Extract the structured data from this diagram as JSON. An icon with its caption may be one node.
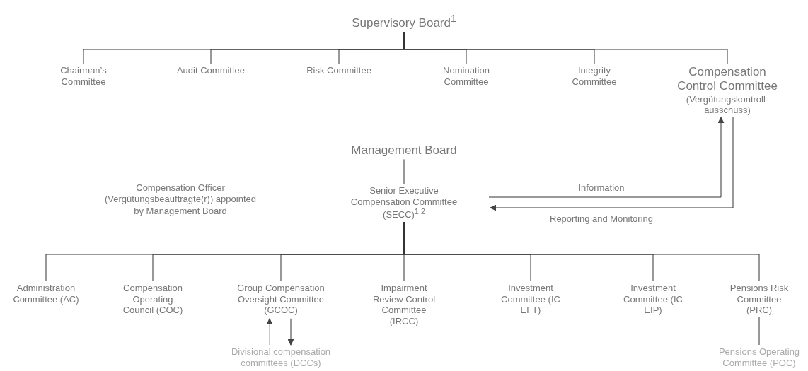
{
  "diagram": {
    "nodes": [
      {
        "text": [
          "Supervisory Board$^{1}$"
        ]
      },
      {
        "text": [
          "Chairman’s Committee"
        ]
      },
      {
        "text": [
          "Audit Committee"
        ]
      },
      {
        "text": [
          "Risk Committee"
        ]
      },
      {
        "text": [
          "Nomination Committee"
        ]
      },
      {
        "text": [
          "Integrity Committee"
        ]
      },
      {
        "text": [
          "Compensation Control Committee",
          "(Vergütungskontroll- ausschuss)"
        ]
      },
      {
        "text": [
          "Management Board"
        ]
      },
      {
        "text": [
          "Senior Executive Compensation Committee (SECC)$^{1,2}$"
        ]
      },
      {
        "text": [
          "Administration Committee (AC)"
        ]
      },
      {
        "text": [
          "Compensation Operating Council (COC)"
        ]
      },
      {
        "text": [
          "Group Compensation Oversight Committee (GCOC)"
        ]
      },
      {
        "text": [
          "Impairment Review Control Committee (IRCC)"
        ]
      },
      {
        "text": [
          "Investment Committee (IC EFT)"
        ]
      },
      {
        "text": [
          "Investment Committee (IC EIP)"
        ]
      },
      {
        "text": [
          "Pensions Risk Committee (PRC)"
        ]
      },
      {
        "text": [
          "Divisional compensation committees (DCCs)"
        ]
      },
      {
        "text": [
          "Pensions Operating Committee (POC)"
        ]
      }
    ],
    "edges": [
      {
        "from": 0,
        "to": 1,
        "arrow": "none"
      },
      {
        "from": 0,
        "to": 2,
        "arrow": "none"
      },
      {
        "from": 0,
        "to": 3,
        "arrow": "none"
      },
      {
        "from": 0,
        "to": 4,
        "arrow": "none"
      },
      {
        "from": 0,
        "to": 5,
        "arrow": "none"
      },
      {
        "from": 0,
        "to": 6,
        "arrow": "none"
      },
      {
        "from": 7,
        "to": 8,
        "arrow": "none"
      },
      {
        "from": 8,
        "to": 6,
        "arrow": "to",
        "label": "Information"
      },
      {
        "from": 6,
        "to": 8,
        "arrow": "to",
        "label": "Reporting and Monitoring"
      },
      {
        "from": 8,
        "to": 9,
        "arrow": "none"
      },
      {
        "from": 8,
        "to": 10,
        "arrow": "none"
      },
      {
        "from": 8,
        "to": 11,
        "arrow": "none"
      },
      {
        "from": 8,
        "to": 12,
        "arrow": "none"
      },
      {
        "from": 8,
        "to": 13,
        "arrow": "none"
      },
      {
        "from": 8,
        "to": 14,
        "arrow": "none"
      },
      {
        "from": 8,
        "to": 15,
        "arrow": "none"
      },
      {
        "from": 16,
        "to": 11,
        "arrow": "to",
        "color": "#999999"
      },
      {
        "from": 11,
        "to": 16,
        "arrow": "to"
      },
      {
        "from": 15,
        "to": 17,
        "arrow": "none"
      }
    ],
    "labels": [
      "Compensation Officer (Vergütungsbeauftragte(r)) appointed by Management Board"
    ]
  }
}
